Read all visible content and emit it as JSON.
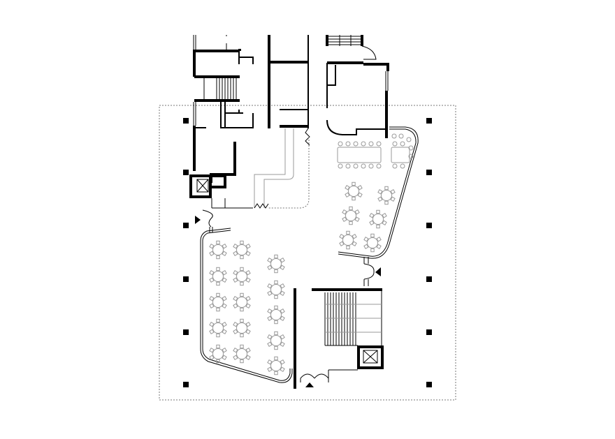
{
  "plan": {
    "colors": {
      "walls": "#000000",
      "furniture": "#999999",
      "boundary": "#777777",
      "background": "#ffffff"
    },
    "entrance_markers": 3,
    "round_tables": 22,
    "columns": 12
  }
}
